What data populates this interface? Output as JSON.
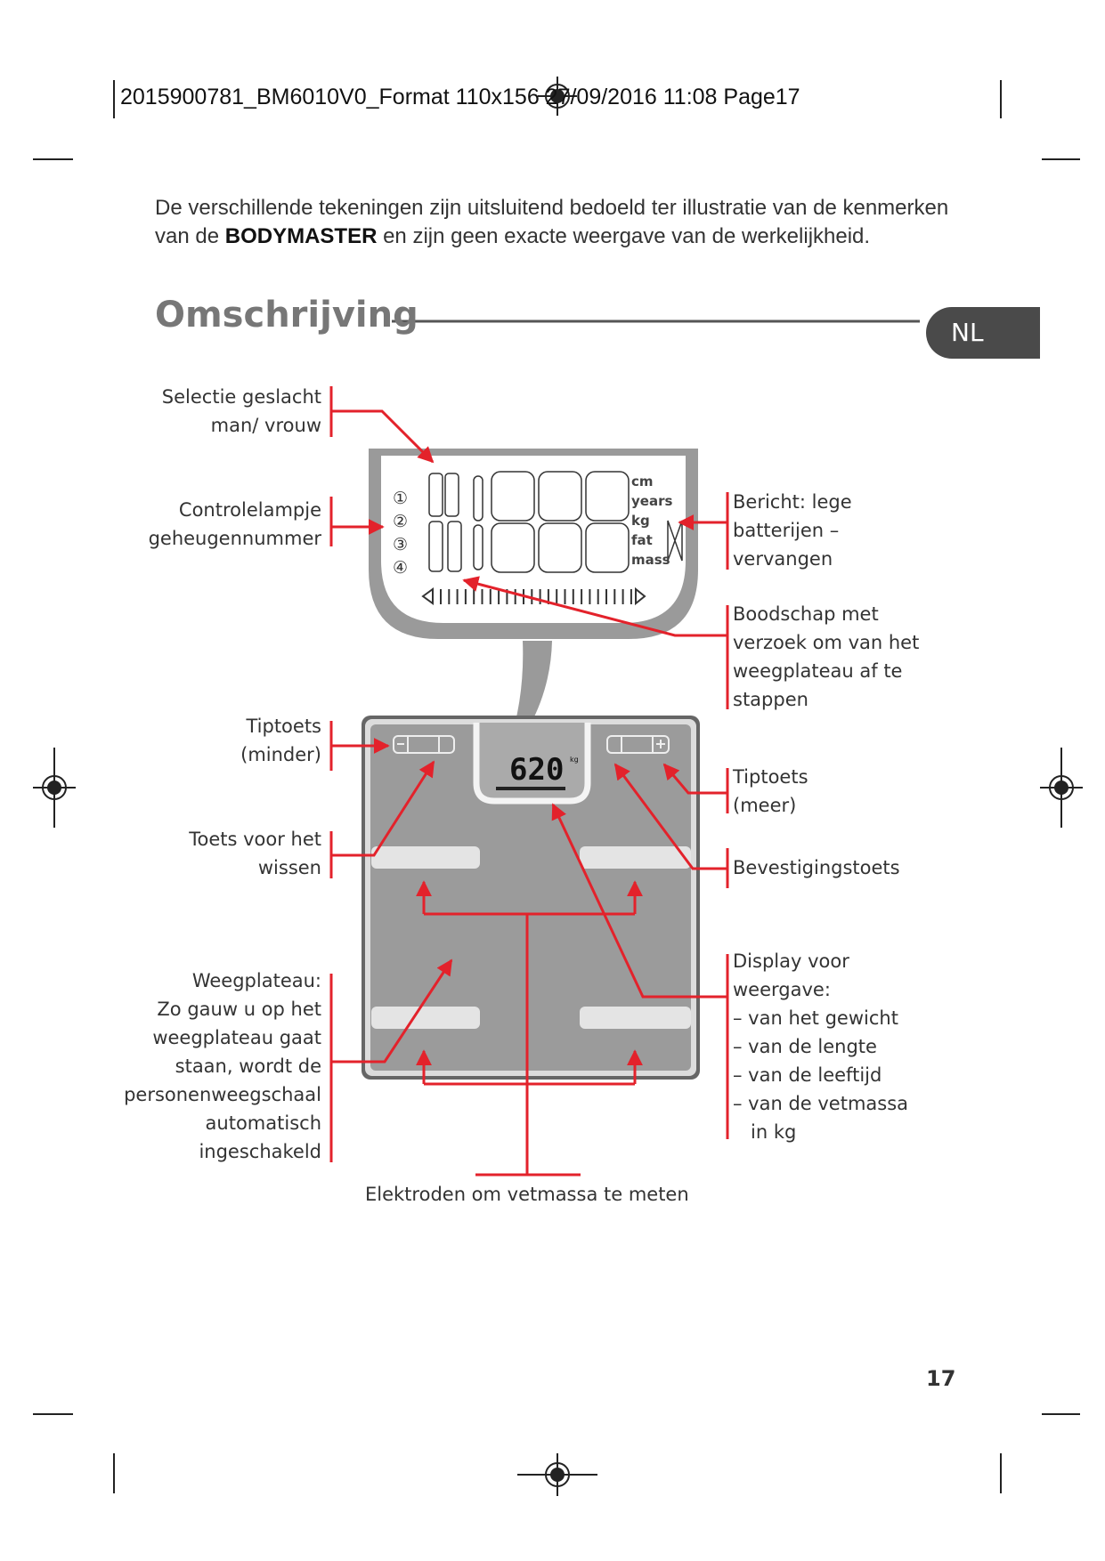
{
  "header": {
    "print_info": "2015900781_BM6010V0_Format 110x156  27/09/2016  11:08  Page17"
  },
  "intro": {
    "before": "De verschillende tekeningen zijn uitsluitend bedoeld ter illustratie van de kenmerken van de ",
    "brand": "BODYMASTER",
    "after": " en zijn geen exacte weergave van de werkelijkheid."
  },
  "section": {
    "title": "Omschrijving",
    "lang_tab": "NL"
  },
  "display": {
    "units": [
      "cm",
      "years",
      "kg",
      "fat",
      "mass"
    ],
    "memory_numbers": [
      "①",
      "②",
      "③",
      "④"
    ],
    "scale_reading": "620",
    "scale_unit": "kg"
  },
  "labels_left": [
    {
      "lines": [
        "Selectie geslacht",
        "man/ vrouw"
      ]
    },
    {
      "lines": [
        "Controlelampje",
        "geheugennummer"
      ]
    },
    {
      "lines": [
        "Tiptoets",
        "(minder)"
      ]
    },
    {
      "lines": [
        "Toets voor het",
        "wissen"
      ]
    },
    {
      "lines": [
        "Weegplateau:",
        "Zo gauw u op het",
        "weegplateau gaat",
        "staan, wordt de",
        "personenweegschaal",
        "automatisch",
        "ingeschakeld"
      ]
    }
  ],
  "labels_right": [
    {
      "lines": [
        "Bericht: lege",
        "batterijen –",
        "vervangen"
      ]
    },
    {
      "lines": [
        "Boodschap met",
        "verzoek om van het",
        "weegplateau af te",
        "stappen"
      ]
    },
    {
      "lines": [
        "Tiptoets",
        "(meer)"
      ]
    },
    {
      "lines": [
        "Bevestigingstoets"
      ]
    },
    {
      "lines": [
        "Display voor",
        "weergave:",
        "– van het gewicht",
        "– van de lengte",
        "– van de leeftijd",
        "– van de vetmassa",
        "   in kg"
      ]
    }
  ],
  "electrodes_label": "Elektroden om vetmassa te meten",
  "page_number": "17",
  "colors": {
    "arrow": "#e3222b",
    "scale": "#9a9a9a",
    "heading": "#777777",
    "tab": "#4a4a4a"
  }
}
